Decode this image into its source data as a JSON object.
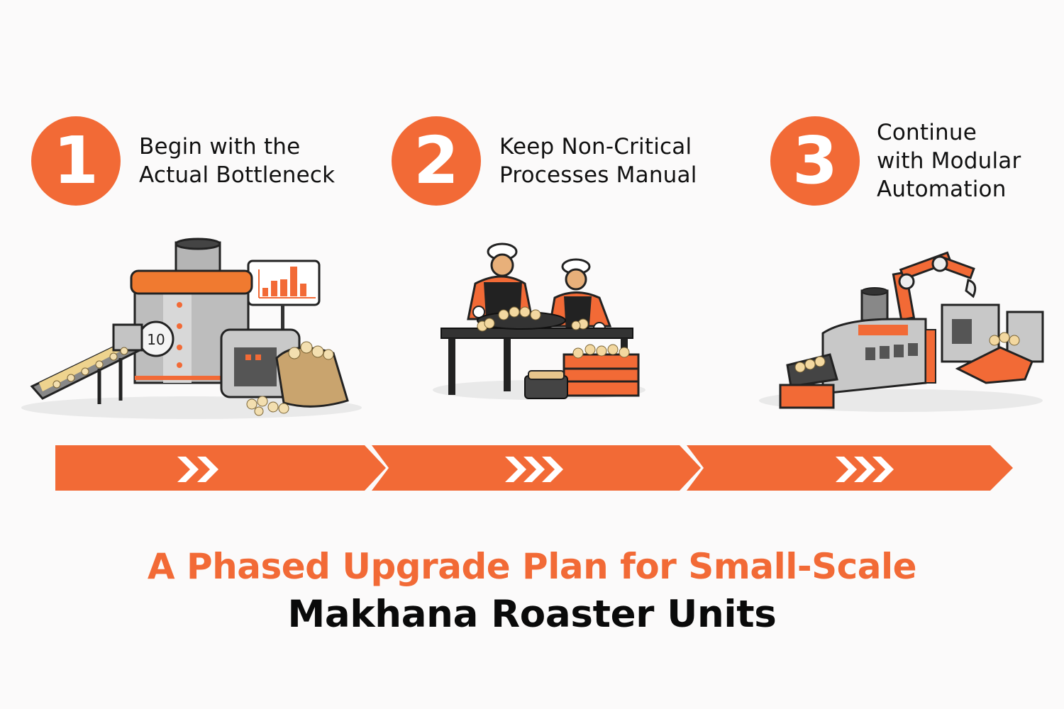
{
  "colors": {
    "accent": "#f26a36",
    "background": "#fbfafa",
    "text_dark": "#111111",
    "metal": "#a9a9a9",
    "makhana": "#f0d79a"
  },
  "steps": [
    {
      "number": "1",
      "label": "Begin with the\nActual Bottleneck",
      "illustration": "roaster-machine-with-chart-illustration"
    },
    {
      "number": "2",
      "label": "Keep Non-Critical\nProcesses Manual",
      "illustration": "two-workers-manual-sorting-illustration"
    },
    {
      "number": "3",
      "label": "Continue\nwith Modular\nAutomation",
      "illustration": "robotic-automation-line-illustration"
    }
  ],
  "progress": {
    "segments": [
      {
        "chevrons": 2,
        "icon": "double-chevron-right-icon"
      },
      {
        "chevrons": 3,
        "icon": "triple-chevron-right-icon"
      },
      {
        "chevrons": 3,
        "icon": "triple-chevron-right-icon"
      }
    ]
  },
  "title": {
    "line1": "A Phased Upgrade Plan for Small-Scale",
    "line2": "Makhana Roaster Units"
  },
  "illustration_labels": {
    "dial_reading": "10"
  }
}
